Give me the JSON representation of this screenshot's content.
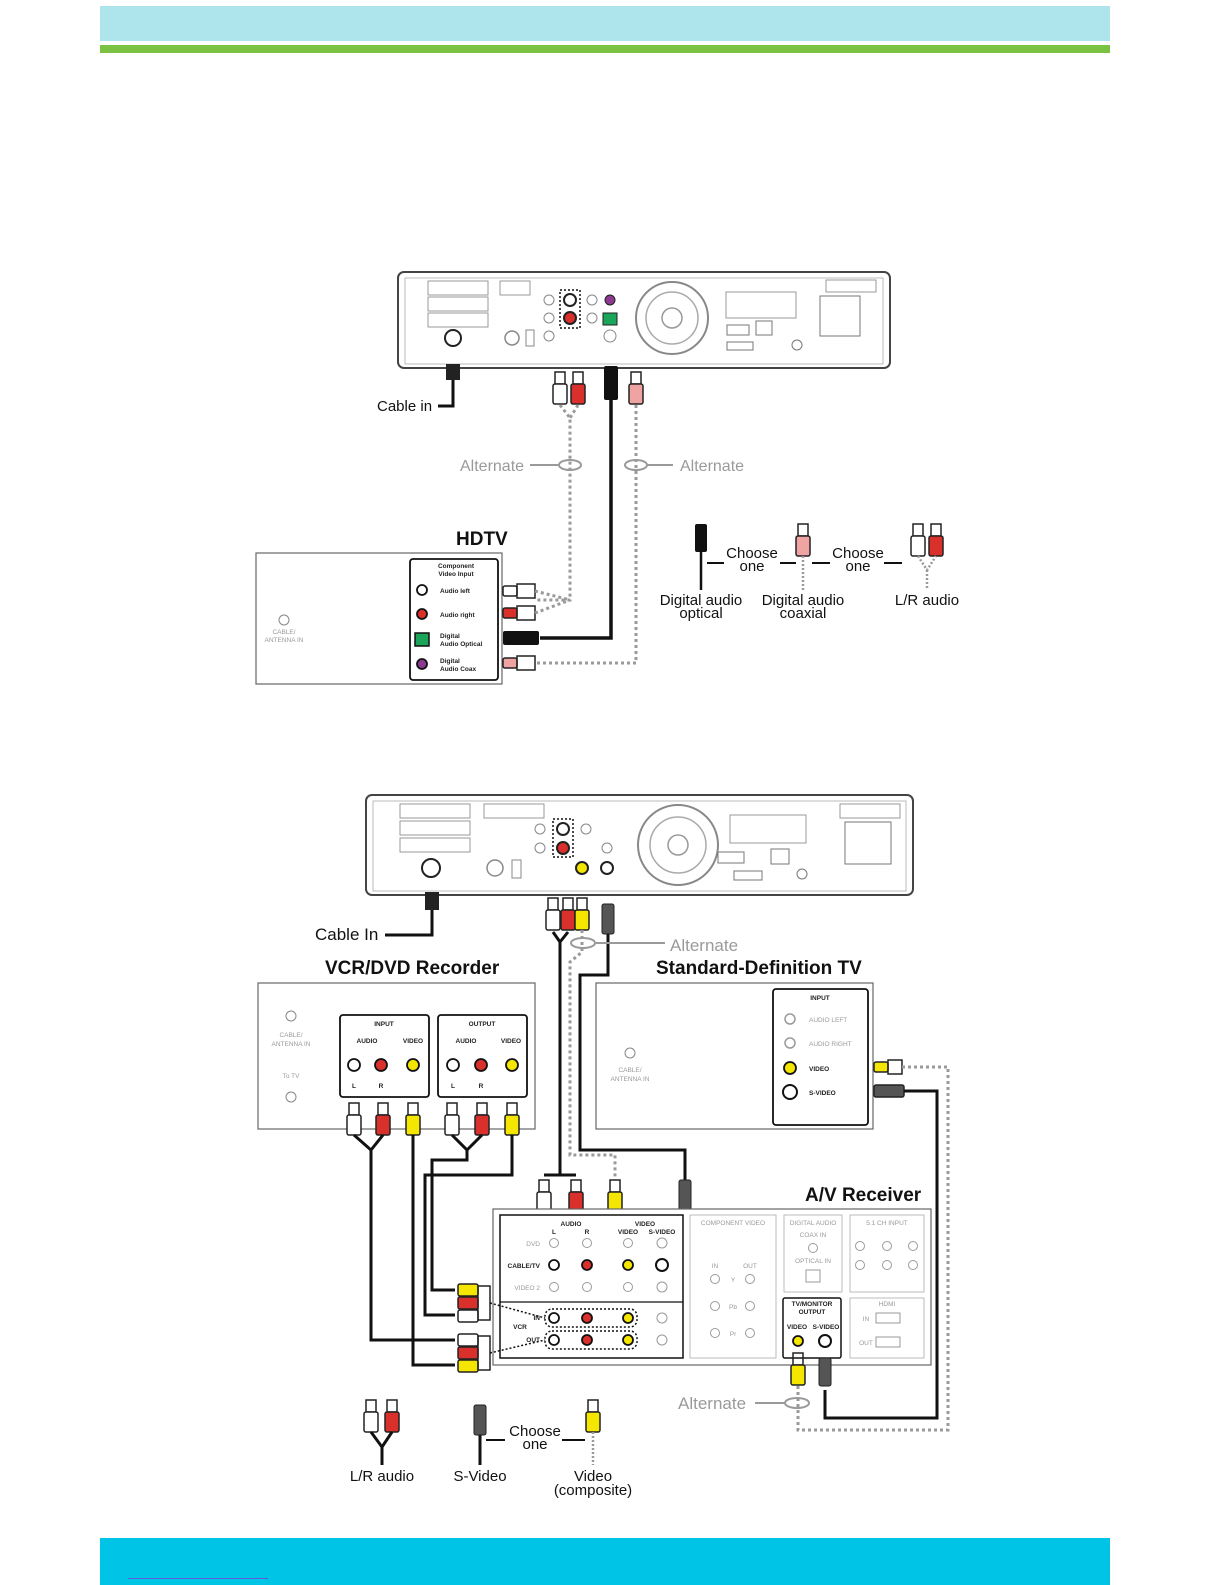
{
  "diagram1": {
    "cable_in": "Cable in",
    "alternate_left": "Alternate",
    "alternate_right": "Alternate",
    "hdtv_title": "HDTV",
    "hdtv_panel": {
      "title_line1": "Component",
      "title_line2": "Video Input",
      "audio_left": "Audio left",
      "audio_right": "Audio right",
      "optical_line1": "Digital",
      "optical_line2": "Audio Optical",
      "coax_line1": "Digital",
      "coax_line2": "Audio Coax",
      "antenna_line1": "CABLE/",
      "antenna_line2": "ANTENNA IN"
    },
    "legend": {
      "choose_one_a_line1": "Choose",
      "choose_one_a_line2": "one",
      "choose_one_b_line1": "Choose",
      "choose_one_b_line2": "one",
      "optical_line1": "Digital audio",
      "optical_line2": "optical",
      "coaxial_line1": "Digital audio",
      "coaxial_line2": "coaxial",
      "lr_audio": "L/R audio"
    }
  },
  "diagram2": {
    "cable_in": "Cable In",
    "alternate_top": "Alternate",
    "alternate_bottom": "Alternate",
    "vcr_title": "VCR/DVD Recorder",
    "sdtv_title": "Standard-Definition TV",
    "receiver_title": "A/V Receiver",
    "vcr_panel": {
      "antenna_line1": "CABLE/",
      "antenna_line2": "ANTENNA IN",
      "to_tv": "To TV",
      "input": "INPUT",
      "output": "OUTPUT",
      "audio": "AUDIO",
      "video": "VIDEO",
      "l": "L",
      "r": "R"
    },
    "sdtv_panel": {
      "antenna_line1": "CABLE/",
      "antenna_line2": "ANTENNA IN",
      "input": "INPUT",
      "audio_left": "AUDIO LEFT",
      "audio_right": "AUDIO RIGHT",
      "video": "VIDEO",
      "s_video": "S-VIDEO"
    },
    "receiver_panel": {
      "audio": "AUDIO",
      "video": "VIDEO",
      "l": "L",
      "r": "R",
      "video_col": "VIDEO",
      "svideo_col": "S-VIDEO",
      "dvd": "DVD",
      "cable_tv": "CABLE/TV",
      "video2": "VIDEO 2",
      "vcr": "VCR",
      "in": "IN",
      "out": "OUT",
      "component_video": "COMPONENT VIDEO",
      "comp_in": "IN",
      "comp_out": "OUT",
      "y": "Y",
      "pb": "Pb",
      "pr": "Pr",
      "digital_audio": "DIGITAL AUDIO",
      "coax_in": "COAX IN",
      "optical_in": "OPTICAL IN",
      "ch51_input": "5.1 CH INPUT",
      "tv_monitor_line1": "TV/MONITOR",
      "tv_monitor_line2": "OUTPUT",
      "tvm_video": "VIDEO",
      "tvm_svideo": "S-VIDEO",
      "hdmi": "HDMI",
      "hdmi_in": "IN",
      "hdmi_out": "OUT"
    },
    "legend": {
      "lr_audio": "L/R audio",
      "s_video": "S-Video",
      "choose_one_line1": "Choose",
      "choose_one_line2": "one",
      "video_line1": "Video",
      "video_line2": "(composite)"
    }
  },
  "colors": {
    "header_band": "#aee4ec",
    "header_rule": "#7cc242",
    "footer_band": "#00c4e6",
    "cable_red": "#d9302b",
    "cable_yellow": "#f4e600",
    "optical_green": "#1aa55a",
    "coax_purple": "#8b3a8f",
    "alternate_gray": "#9a9a9a"
  }
}
